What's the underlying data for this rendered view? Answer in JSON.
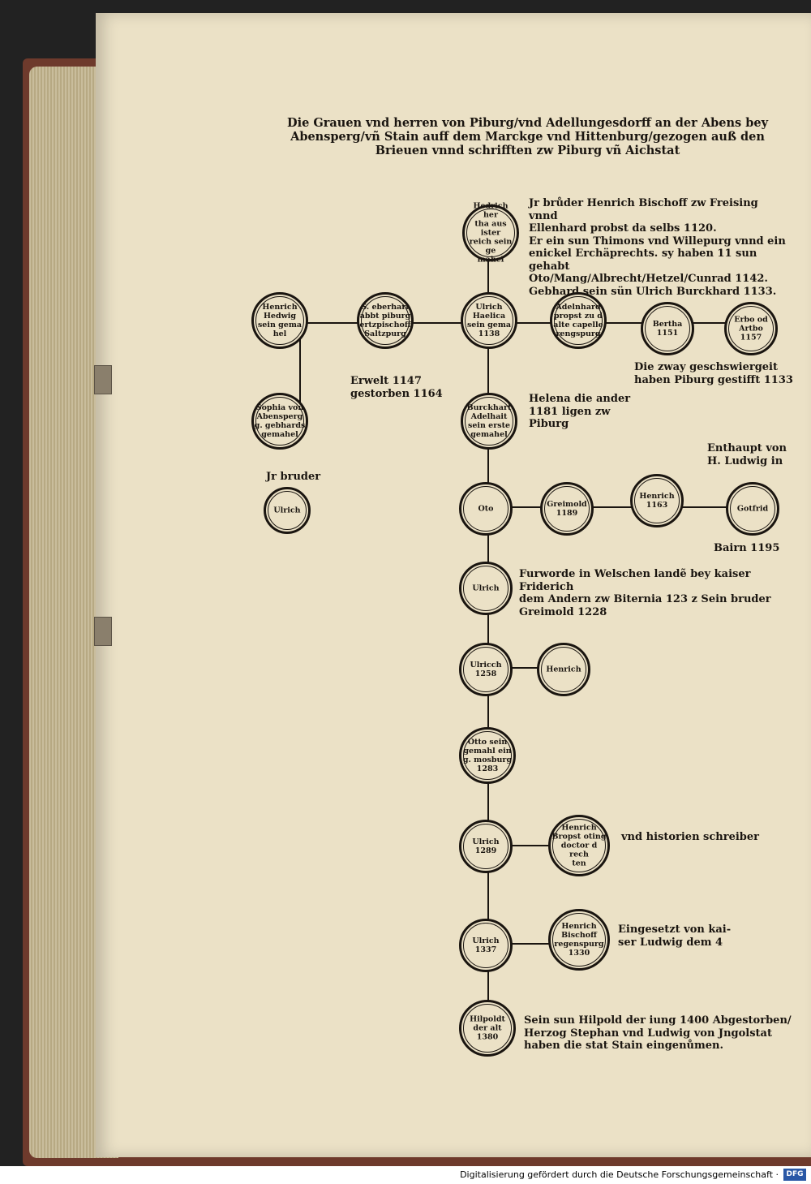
{
  "title": "Die Grauen vnd herren von Piburg/vnd Adellungesdorff an der Abens bey Abensperg/vñ Stain auff dem Marckge vnd Hittenburg/gezogen auß den Brieuen vnnd schrifften zw Piburg vñ Aichstat",
  "nodes": {
    "hedwig_top": "Hedrich her\ntha aus ister\nreich sein ge\nmahel",
    "henrich_hedwig": "Henrich\nHedwig\nsein gema\nhel",
    "eberhart": "S. eberhart\nabbt piburg\nertzpischoff\nSaltzpurg",
    "ulrich_haelica": "Ulrich\nHaelica\nsein gema\n1138",
    "adelnhard": "Adelnhard\npropst zu d\nalte capelle\nrengspurg",
    "bertha": "Bertha\n1151",
    "erbo": "Erbo od\nArtbo\n1157",
    "sophia": "Sophia von\nAbensperg\ng. gebhards\ngemahel",
    "burckhart": "Burckhart\nAdelhait\nsein erste\ngemahel",
    "ulrich_small": "Ulrich",
    "oto": "Oto",
    "greimold": "Greimold\n1189",
    "henrich_1163": "Henrich\n1163",
    "gotfrid": "Gotfrid",
    "ulrich_mid": "Ulrich",
    "ulrich_1258": "Ulricch\n1258",
    "henrich_side": "Henrich",
    "otto_1283": "Otto sein\ngemahl ein\ng. mosburg\n1283",
    "ulrich_1289": "Ulrich\n1289",
    "henrich_propst": "Henrich\nBropst oting\ndoctor d rech\nten",
    "ulrich_1337": "Ulrich\n1337",
    "henrich_bischoff": "Henrich\nBischoff\nregenspurg\n1330",
    "hilpoldt": "Hilpoldt\nder alt\n1380"
  },
  "notes": {
    "top_right": "Jr brůder Henrich Bischoff zw Freising vnnd\nEllenhard probst da selbs 1120.\nEr ein sun Thimons vnd Willepurg vnnd ein\nenickel Erchäprechts. sy haben 11 sun gehabt\nOto/Mang/Albrecht/Hetzel/Cunrad 1142.\nGebhard sein sün Ulrich Burckhard 1133.",
    "erwelt": "Erwelt 1147\ngestorben 1164",
    "zway": "Die zway geschswiergeit\nhaben Piburg gestifft 1133",
    "helena": "Helena die ander\n1181 ligen zw\nPiburg",
    "enthaupt": "Enthaupt von\nH. Ludwig in",
    "bairn": "Bairn 1195",
    "jr_bruder": "Jr bruder",
    "furworde": "Furworde in Welschen landẽ bey kaiser Friderich\ndem Andern zw Biternia 123 z Sein bruder\nGreimold 1228",
    "historien": "vnd historien schreiber",
    "eingesetzt": "Eingesetzt von kai-\nser Ludwig dem 4",
    "hilpold_note": "Sein sun Hilpold der iung 1400 Abgestorben/\nHerzog Stephan vnd Ludwig von Jngolstat\nhaben die stat Stain eingenůmen."
  },
  "footer": {
    "text": "Digitalisierung gefördert durch die Deutsche Forschungsgemeinschaft ·",
    "logo": "DFG"
  }
}
